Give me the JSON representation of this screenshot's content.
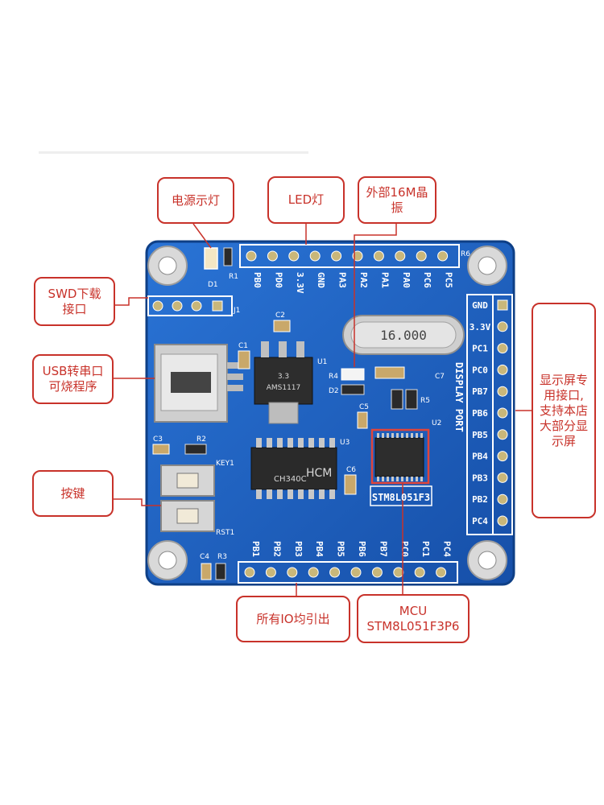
{
  "callouts": {
    "power_led": "电源示灯",
    "led": "LED灯",
    "crystal": "外部16M晶\n振",
    "swd": "SWD下载\n接口",
    "usb": "USB转串口\n可烧程序",
    "key": "按键",
    "display": "显示屏专\n用接口,\n支持本店\n大部分显\n示屏",
    "io": "所有IO均引出",
    "mcu": "MCU\nSTM8L051F3P6"
  },
  "board": {
    "top_pins": [
      "PB0",
      "PD0",
      "3.3V",
      "GND",
      "PA3",
      "PA2",
      "PA1",
      "PA0",
      "PC6",
      "PC5"
    ],
    "bottom_pins": [
      "PB1",
      "PB2",
      "PB3",
      "PB4",
      "PB5",
      "PB6",
      "PB7",
      "PC0",
      "PC1",
      "PC4"
    ],
    "right_pins": [
      "GND",
      "3.3V",
      "PC1",
      "PC0",
      "PB7",
      "PB6",
      "PB5",
      "PB4",
      "PB3",
      "PB2",
      "PC4"
    ],
    "display_port": "DISPLAY PORT",
    "mcu_name": "STM8L051F3",
    "crystal_value": "16.000",
    "regulator": "AMS1117",
    "regulator_sub": "3.3",
    "usb_chip": "CH340C",
    "usb_chip_logo": "HCM",
    "silk": {
      "r1": "R1",
      "d1": "D1",
      "u1": "U1",
      "r4": "R4",
      "d2": "D2",
      "c7": "C7",
      "r5": "R5",
      "c5": "C5",
      "u2": "U2",
      "c3": "C3",
      "r2": "R2",
      "key1": "KEY1",
      "rst1": "RST1",
      "c4": "C4",
      "r3": "R3",
      "c6": "C6",
      "u3": "U3",
      "c1": "C1",
      "c2": "C2",
      "r6": "R6",
      "j1": "J1"
    }
  },
  "colors": {
    "pcb": "#1b5fbf",
    "pcb_dark": "#114a9c",
    "callout_red": "#c8322a",
    "pad_gold": "#c9b77a"
  }
}
